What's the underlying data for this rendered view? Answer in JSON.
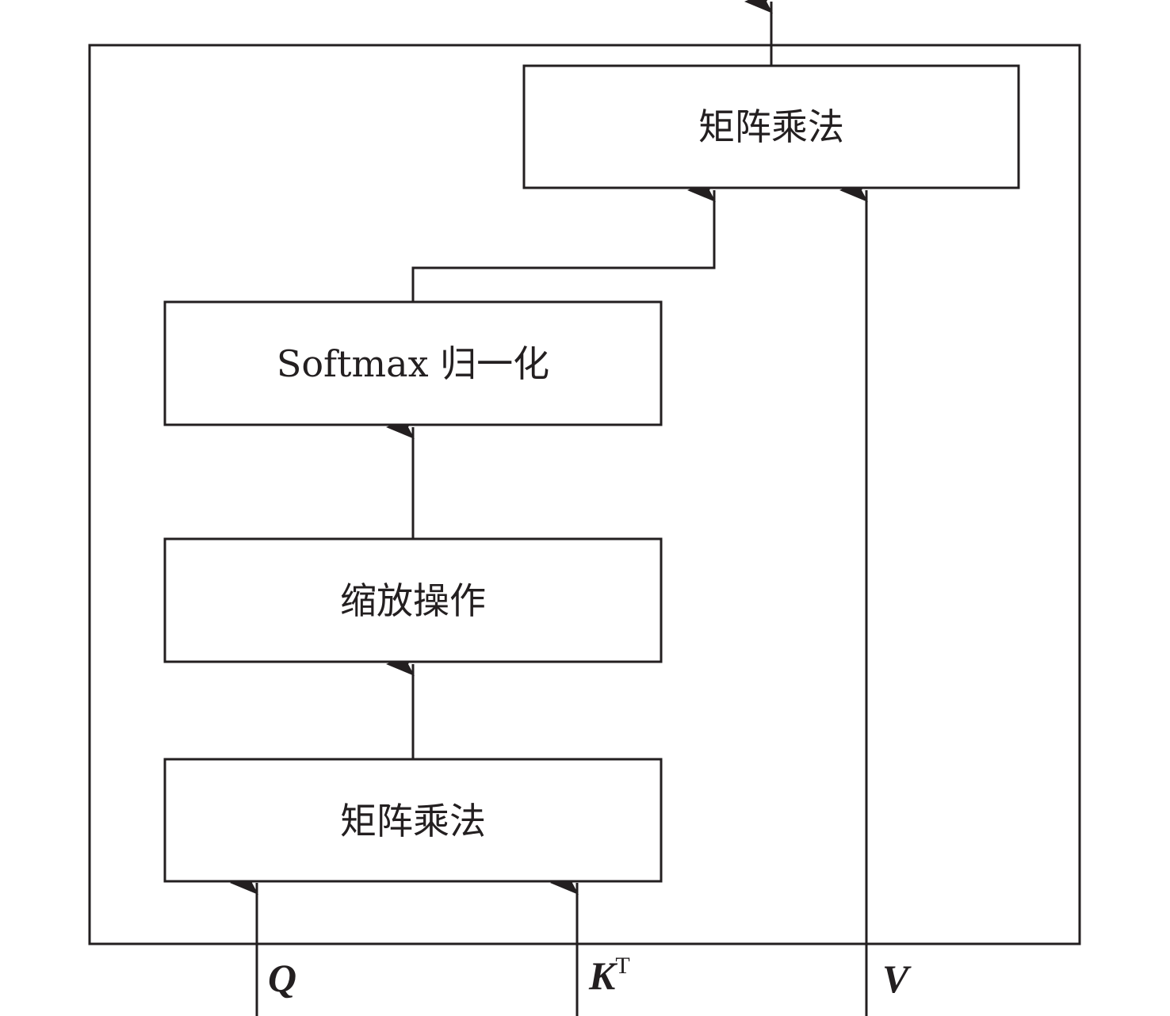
{
  "colors": {
    "stroke": "#231f20",
    "background": "#ffffff"
  },
  "boxes": {
    "matmul_top": "矩阵乘法",
    "softmax": "Softmax 归一化",
    "scale": "缩放操作",
    "matmul_bottom": "矩阵乘法"
  },
  "inputs": {
    "q": "Q",
    "k": "K",
    "k_superscript": "T",
    "v": "V"
  }
}
